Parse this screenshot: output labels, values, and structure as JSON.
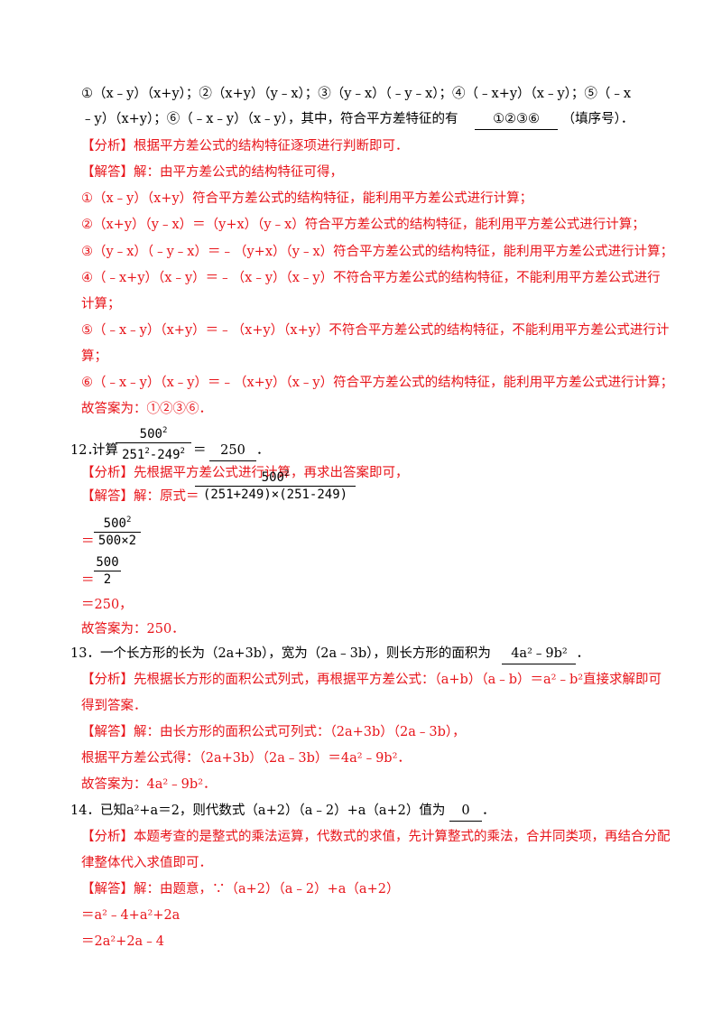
{
  "q11": {
    "line1": "①（x﹣y）（x+y）；②（x+y）（y﹣x）；③（y﹣x）（﹣y﹣x）；④（﹣x+y）（x﹣y）；⑤（﹣x",
    "line2_pre": "﹣y）（x+y）；⑥（﹣x﹣y）（x﹣y），其中，符合平方差特征的有",
    "line2_answer": "①②③⑥",
    "line2_post": "（填序号）．",
    "analysis": "【分析】根据平方差公式的结构特征逐项进行判断即可．",
    "solution_intro": "【解答】解：由平方差公式的结构特征可得，",
    "s1": "①（x﹣y）（x+y）符合平方差公式的结构特征，能利用平方差公式进行计算；",
    "s2": "②（x+y）（y﹣x）＝（y+x）（y﹣x）符合平方差公式的结构特征，能利用平方差公式进行计算；",
    "s3": "③（y﹣x）（﹣y﹣x）＝﹣（y+x）（y﹣x）符合平方差公式的结构特征，能利用平方差公式进行计算；",
    "s4a": "④（﹣x+y）（x﹣y）＝﹣（x﹣y）（x﹣y）不符合平方差公式的结构特征，不能利用平方差公式进行",
    "s4b": "计算；",
    "s5a": "⑤（﹣x﹣y）（x+y）＝﹣（x+y）（x+y）不符合平方差公式的结构特征，不能利用平方差公式进行计",
    "s5b": "算；",
    "s6": "⑥（﹣x﹣y）（x﹣y）＝﹣（x+y）（x﹣y）符合平方差公式的结构特征，能利用平方差公式进行计算；",
    "final": "故答案为：①②③⑥．"
  },
  "q12": {
    "num_label": "12．",
    "calc": "计算",
    "frac_num": "500",
    "frac_den_a": "251",
    "frac_den_b": "-249",
    "exp": "2",
    "eq": "＝",
    "answer": "250",
    "period": "．",
    "analysis": "【分析】先根据平方差公式进行计算，再求出答案即可，",
    "solution": "【解答】解：原式＝",
    "big_den": "(251+249)×(251-249)",
    "step1_den": "500×2",
    "step2_num": "500",
    "step2_den": "2",
    "step_eq": "＝",
    "step3": "＝250，",
    "final": "故答案为：250．"
  },
  "q13": {
    "stem": "13．一个长方形的长为（2a+3b），宽为（2a﹣3b），则长方形的面积为",
    "answer": "4a²﹣9b²",
    "period": "．",
    "analysis_a": "【分析】先根据长方形的面积公式列式，再根据平方差公式：（a+b）（a﹣b）＝a²﹣b²直接求解即可",
    "analysis_b": "得到答案．",
    "solution": "【解答】解：由长方形的面积公式可列式：（2a+3b）（2a﹣3b），",
    "step": "根据平方差公式得：（2a+3b）（2a﹣3b）＝4a²﹣9b²．",
    "final": "故答案为：4a²﹣9b²．"
  },
  "q14": {
    "stem": "14．已知a²+a＝2，则代数式（a+2）（a﹣2）+a（a+2）值为",
    "answer": "0",
    "period": "．",
    "analysis_a": "【分析】本题考查的是整式的乘法运算，代数式的求值，先计算整式的乘法，合并同类项，再结合分配",
    "analysis_b": "律整体代入求值即可．",
    "solution": "【解答】解：由题意，∵（a+2）（a﹣2）+a（a+2）",
    "step1": "＝a²﹣4+a²+2a",
    "step2": "＝2a²+2a﹣4"
  },
  "colors": {
    "red": "#e8141a",
    "text": "#000000"
  }
}
